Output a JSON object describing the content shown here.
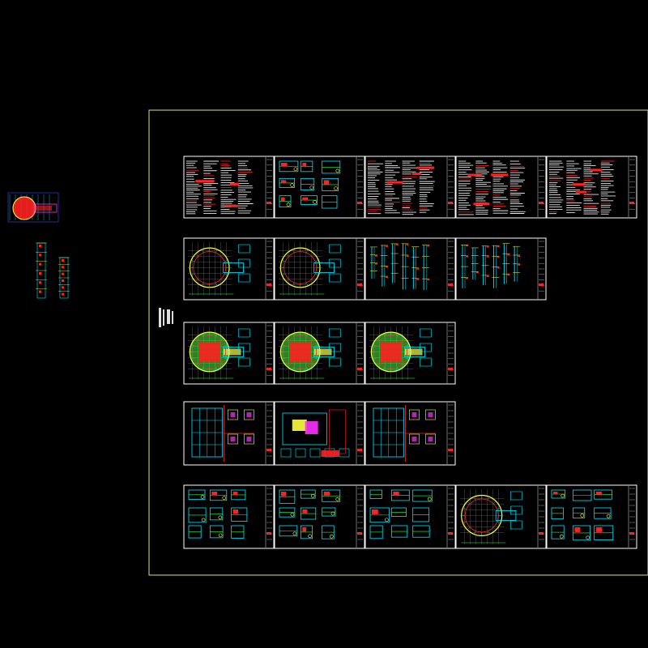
{
  "app": {
    "title": ""
  },
  "colors": {
    "background": "#000000",
    "frame_border": "#e6e06a",
    "sheet_fill": "#ffffff",
    "sheet_border": "#9a9a9a",
    "cyan": "#00e5ff",
    "red": "#ff2020",
    "yellow": "#ffff40",
    "green": "#30ff40",
    "magenta": "#ff30ff",
    "blue": "#3050ff"
  },
  "rows": [
    {
      "id": "row-1",
      "kind": "notes",
      "sheets": [
        "notes",
        "details",
        "notes",
        "notes",
        "notes"
      ]
    },
    {
      "id": "row-2",
      "kind": "plans",
      "sheets": [
        "plan-circle",
        "plan-circle",
        "sections",
        "sections"
      ]
    },
    {
      "id": "row-3",
      "kind": "plans",
      "sheets": [
        "plan-colored",
        "plan-colored",
        "plan-colored"
      ]
    },
    {
      "id": "row-4",
      "kind": "details",
      "sheets": [
        "grid-plan",
        "structure",
        "grid-plan"
      ]
    },
    {
      "id": "row-5",
      "kind": "details",
      "sheets": [
        "details",
        "details",
        "details",
        "plan-circle",
        "details"
      ]
    }
  ]
}
